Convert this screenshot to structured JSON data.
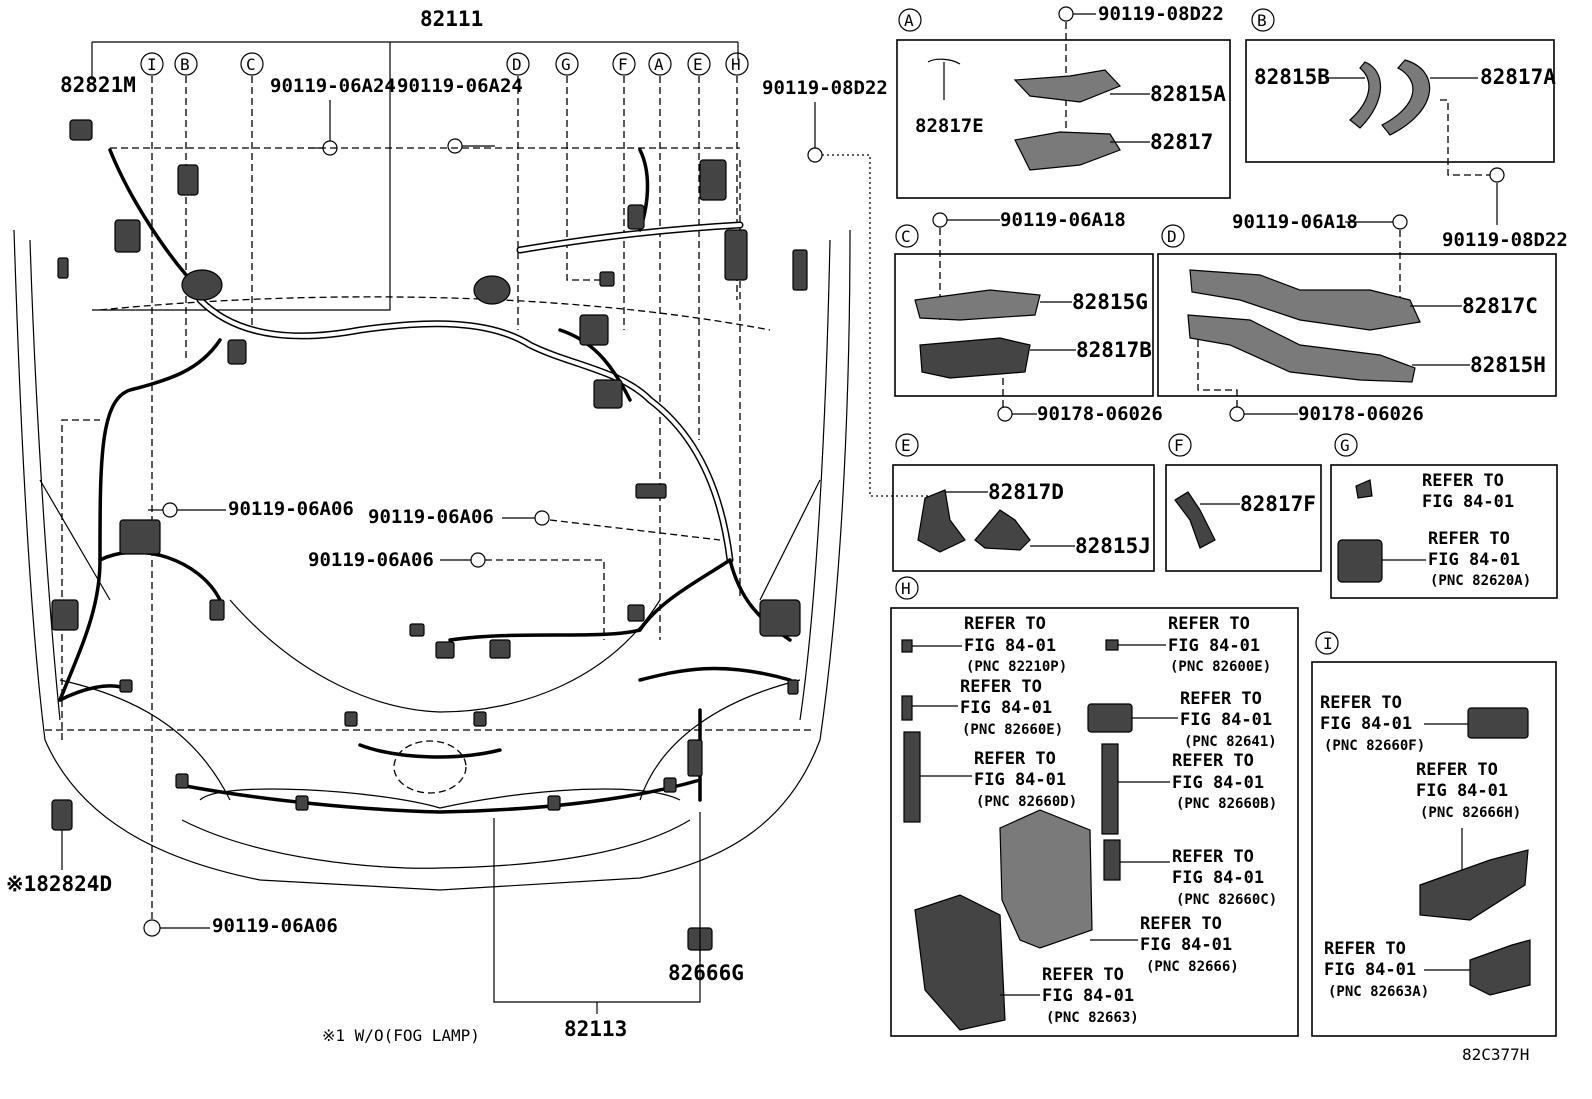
{
  "title_part": "82111",
  "harness_main": {
    "left_connector": "82821M",
    "left_bolt_1": "90119-06A24",
    "center_bolt": "90119-06A24",
    "right_bolt": "90119-08D22",
    "mid_left_bolt": "90119-06A06",
    "mid_center_bolt": "90119-06A06",
    "lower_center_bolt": "90119-06A06",
    "bottom_bolt": "90119-06A06",
    "fog_harness": "※182824D",
    "bottom_harness": "82113",
    "horn_connector": "82666G",
    "footnote": "※1 W/O(FOG LAMP)"
  },
  "callouts": [
    "I",
    "B",
    "C",
    "D",
    "G",
    "F",
    "A",
    "E",
    "H"
  ],
  "panel_a": {
    "letter": "A",
    "bolt": "90119-08D22",
    "p1": "82817E",
    "p2": "82815A",
    "p3": "82817"
  },
  "panel_b": {
    "letter": "B",
    "p1": "82815B",
    "p2": "82817A",
    "bolt": "90119-08D22"
  },
  "panel_c": {
    "letter": "C",
    "bolt": "90119-06A18",
    "p1": "82815G",
    "p2": "82817B",
    "nut": "90178-06026"
  },
  "panel_d": {
    "letter": "D",
    "bolt": "90119-06A18",
    "p1": "82817C",
    "p2": "82815H",
    "nut": "90178-06026"
  },
  "panel_e": {
    "letter": "E",
    "p1": "82817D",
    "p2": "82815J"
  },
  "panel_f": {
    "letter": "F",
    "p1": "82817F"
  },
  "panel_g": {
    "letter": "G",
    "r1a": "REFER TO",
    "r1b": "FIG 84-01",
    "r2a": "REFER TO",
    "r2b": "FIG 84-01",
    "r2c": "(PNC 82620A)"
  },
  "panel_h": {
    "letter": "H",
    "refs": [
      {
        "a": "REFER TO",
        "b": "FIG 84-01",
        "c": "(PNC 82210P)"
      },
      {
        "a": "REFER TO",
        "b": "FIG 84-01",
        "c": "(PNC 82600E)"
      },
      {
        "a": "REFER TO",
        "b": "FIG 84-01",
        "c": "(PNC 82660E)"
      },
      {
        "a": "REFER TO",
        "b": "FIG 84-01",
        "c": "(PNC 82641)"
      },
      {
        "a": "REFER TO",
        "b": "FIG 84-01",
        "c": "(PNC 82660D)"
      },
      {
        "a": "REFER TO",
        "b": "FIG 84-01",
        "c": "(PNC 82660B)"
      },
      {
        "a": "REFER TO",
        "b": "FIG 84-01",
        "c": "(PNC 82660C)"
      },
      {
        "a": "REFER TO",
        "b": "FIG 84-01",
        "c": "(PNC 82666)"
      },
      {
        "a": "REFER TO",
        "b": "FIG 84-01",
        "c": "(PNC 82663)"
      }
    ]
  },
  "panel_i": {
    "letter": "I",
    "refs": [
      {
        "a": "REFER TO",
        "b": "FIG 84-01",
        "c": "(PNC 82660F)"
      },
      {
        "a": "REFER TO",
        "b": "FIG 84-01",
        "c": "(PNC 82666H)"
      },
      {
        "a": "REFER TO",
        "b": "FIG 84-01",
        "c": "(PNC 82663A)"
      }
    ]
  },
  "figure_code": "82C377H"
}
